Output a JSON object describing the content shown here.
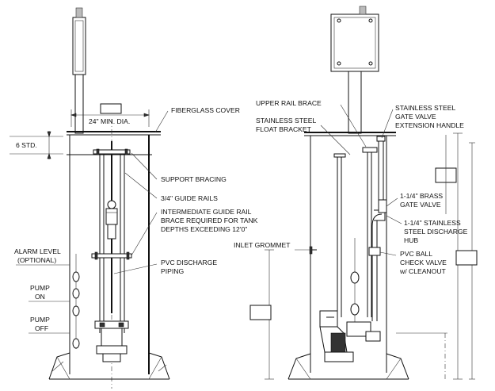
{
  "left_view": {
    "labels": {
      "min_dia": "24\" MIN. DIA.",
      "fiberglass_cover": "FIBERGLASS COVER",
      "std": "6 STD.",
      "support_bracing": "SUPPORT BRACING",
      "guide_rails": "3/4\" GUIDE RAILS",
      "intermediate_1": "INTERMEDIATE GUIDE RAIL",
      "intermediate_2": "BRACE REQUIRED FOR TANK",
      "intermediate_3": "DEPTHS EXCEEDING 12'0\"",
      "alarm_1": "ALARM LEVEL",
      "alarm_2": "(OPTIONAL)",
      "pvc_1": "PVC DISCHARGE",
      "pvc_2": "PIPING",
      "pump_on_1": "PUMP",
      "pump_on_2": "ON",
      "pump_off_1": "PUMP",
      "pump_off_2": "OFF"
    }
  },
  "right_view": {
    "labels": {
      "upper_rail_brace": "UPPER RAIL BRACE",
      "float_1": "STAINLESS STEEL",
      "float_2": "FLOAT BRACKET",
      "gate_handle_1": "STAINLESS STEEL",
      "gate_handle_2": "GATE VALVE",
      "gate_handle_3": "EXTENSION HANDLE",
      "brass_1": "1-1/4\" BRASS",
      "brass_2": "GATE VALVE",
      "hub_1": "1-1/4\" STAINLESS",
      "hub_2": "STEEL DISCHARGE",
      "hub_3": "HUB",
      "inlet_grommet": "INLET GROMMET",
      "check_1": "PVC BALL",
      "check_2": "CHECK VALVE",
      "check_3": "w/ CLEANOUT"
    }
  }
}
